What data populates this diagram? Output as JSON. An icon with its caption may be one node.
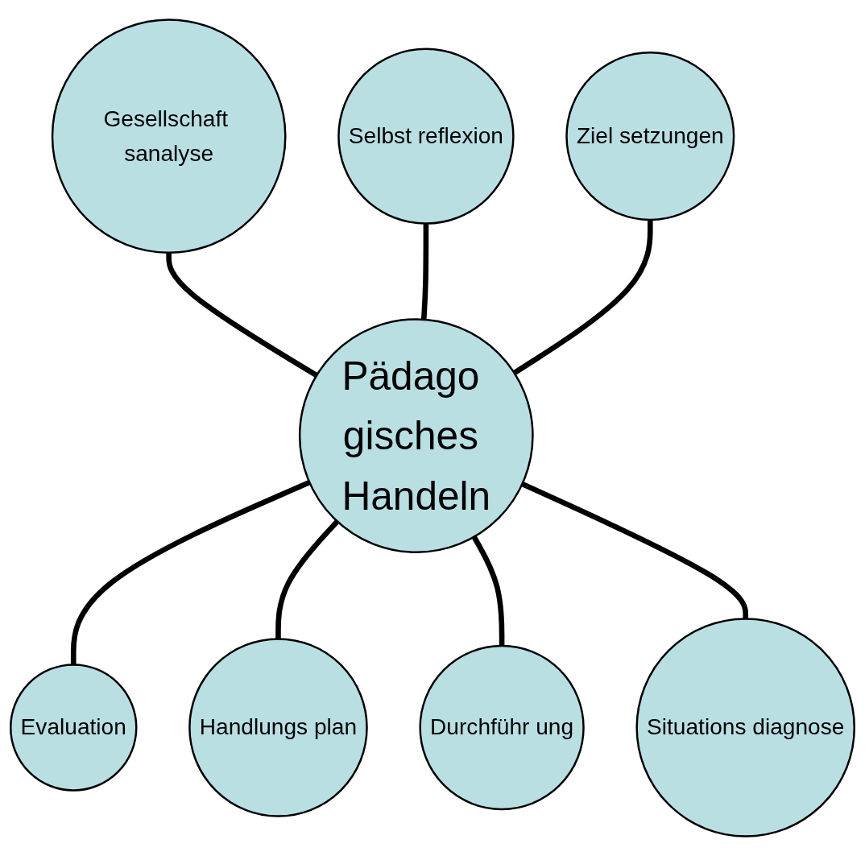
{
  "diagram": {
    "nodes": [
      {
        "text": [
          "Gesellschaft sanalyse"
        ]
      },
      {
        "text": [
          "Selbst reflexion"
        ]
      },
      {
        "text": [
          "Ziel setzungen"
        ]
      },
      {
        "text": [
          "Pädago gisches Handeln"
        ]
      },
      {
        "text": [
          "Evaluation"
        ]
      },
      {
        "text": [
          "Handlungs plan"
        ]
      },
      {
        "text": [
          "Durchführ ung"
        ]
      },
      {
        "text": [
          "Situations diagnose"
        ]
      }
    ],
    "edges": [
      {
        "from": 0,
        "to": 3,
        "arrow": "none"
      },
      {
        "from": 1,
        "to": 3,
        "arrow": "none"
      },
      {
        "from": 2,
        "to": 3,
        "arrow": "none"
      },
      {
        "from": 3,
        "to": 4,
        "arrow": "none"
      },
      {
        "from": 3,
        "to": 5,
        "arrow": "none"
      },
      {
        "from": 3,
        "to": 6,
        "arrow": "none"
      },
      {
        "from": 3,
        "to": 7,
        "arrow": "none"
      }
    ]
  }
}
